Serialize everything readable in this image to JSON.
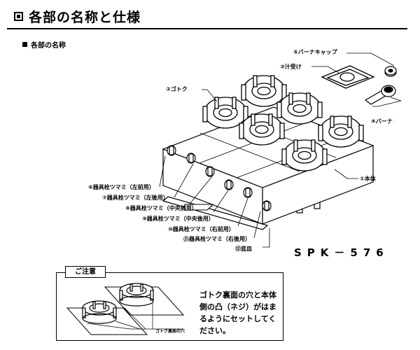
{
  "header": {
    "title": "各部の名称と仕様"
  },
  "section": {
    "title": "各部の名称"
  },
  "labels": {
    "burner_cap": "⑤バーナキャップ",
    "drip_pan": "③汁受け",
    "gotoku": "②ゴトク",
    "burner": "④バーナ",
    "body": "①本体",
    "knob_fl": "⑥器具栓ツマミ（左前用）",
    "knob_rl": "⑦器具栓ツマミ（左後用）",
    "knob_fc": "⑧器具栓ツマミ（中央前用）",
    "knob_rc": "⑨器具栓ツマミ（中央後用）",
    "knob_fr": "⑩器具栓ツマミ（右前用）",
    "knob_rr": "⑪器具栓ツマミ（右後用）",
    "bottom_tray": "⑫底皿"
  },
  "model": "SPK－576",
  "note": {
    "tag": "ご注意",
    "text": "ゴトク裏面の穴と本体側の凸（ネジ）がはまるようにセットしてください。",
    "hole_label": "ゴトク裏面の穴"
  }
}
